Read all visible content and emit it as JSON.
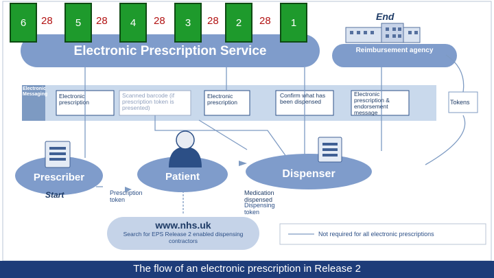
{
  "counters": [
    {
      "id": "6",
      "value": "28"
    },
    {
      "id": "5",
      "value": "28"
    },
    {
      "id": "4",
      "value": "28"
    },
    {
      "id": "3",
      "value": "28"
    },
    {
      "id": "2",
      "value": "28"
    },
    {
      "id": "1",
      "value": ""
    }
  ],
  "diagram": {
    "eps_title": "Electronic Prescription Service",
    "end_label": "End",
    "reimbursement": "Reimbursement agency",
    "messaging_label": "Electronic Messaging",
    "tokens_label": "Tokens",
    "messages": [
      "Electronic prescription",
      "Scanned barcode (if prescription token is presented)",
      "Electronic prescription",
      "Confirm what has been dispensed",
      "Electronic prescription & endorsement message"
    ],
    "prescriber": "Prescriber",
    "start_label": "Start",
    "patient": "Patient",
    "dispenser": "Dispenser",
    "prescription_token": "Prescription token",
    "medication_dispensed": "Medication dispensed",
    "dispensing_token": "Dispensing token",
    "nhs_url": "www.nhs.uk",
    "nhs_sub": "Search for EPS Release 2 enabled dispensing contractors",
    "legend_text": "Not required for all electronic prescriptions",
    "footer": "The flow of an electronic prescription in Release 2"
  }
}
